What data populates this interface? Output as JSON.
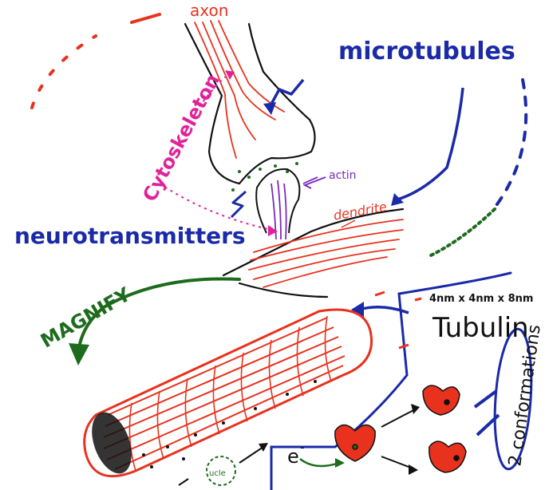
{
  "labels": {
    "axon": "axon",
    "microtubules": "microtubules",
    "cytoskeleton": "Cytoskeleton",
    "actin": "actin",
    "dendrite": "dendrite",
    "neurotransmitters": "neurotransmitters",
    "magnify": "MAGNIFY",
    "tubulin_dims": "4nm x 4nm x 8nm",
    "tubulin": "Tubulin",
    "conformations": "2 conformations",
    "electron": "e",
    "electron_sup": "-",
    "partial_label": "ucle"
  },
  "colors": {
    "red": "#e8321e",
    "blue": "#1a2aa8",
    "green": "#1d6b1d",
    "magenta": "#e0229a",
    "purple": "#7a2bc0",
    "black": "#111111"
  }
}
